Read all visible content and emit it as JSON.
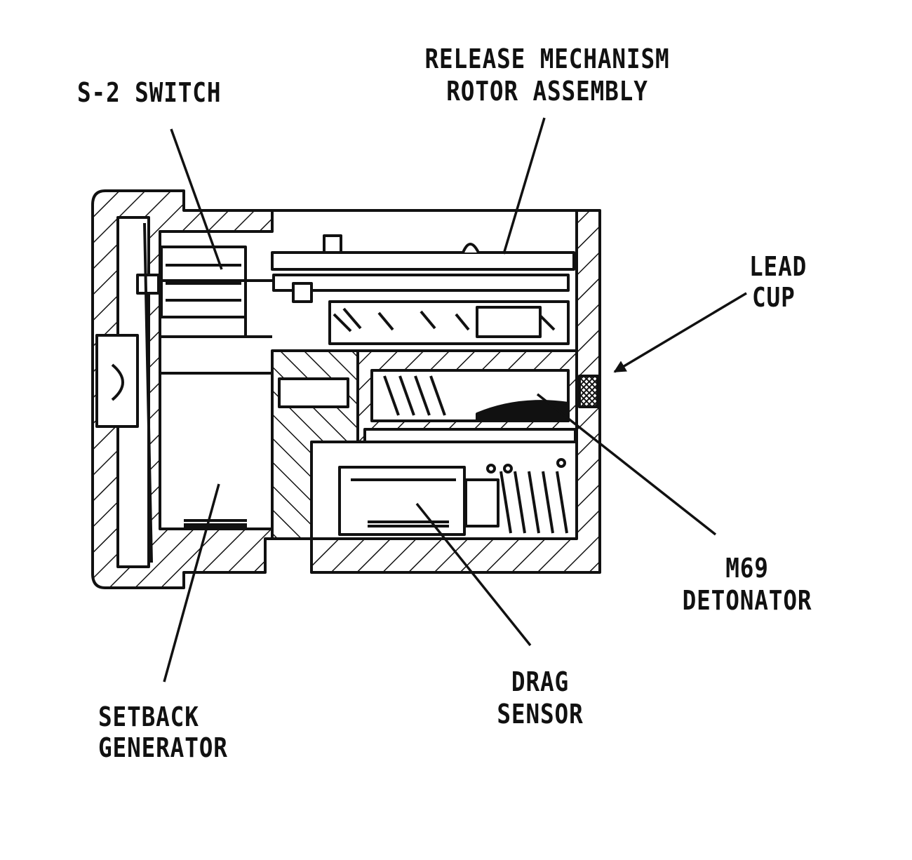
{
  "labels": {
    "s2_switch": "S-2 SWITCH",
    "release_line1": "RELEASE MECHANISM",
    "release_line2": "ROTOR ASSEMBLY",
    "lead_line1": "LEAD",
    "lead_line2": "CUP",
    "m69_line1": "M69",
    "m69_line2": "DETONATOR",
    "drag_line1": "DRAG",
    "drag_line2": "SENSOR",
    "setback_line1": "SETBACK",
    "setback_line2": "GENERATOR"
  },
  "colors": {
    "ink": "#111111",
    "paper": "#ffffff"
  }
}
